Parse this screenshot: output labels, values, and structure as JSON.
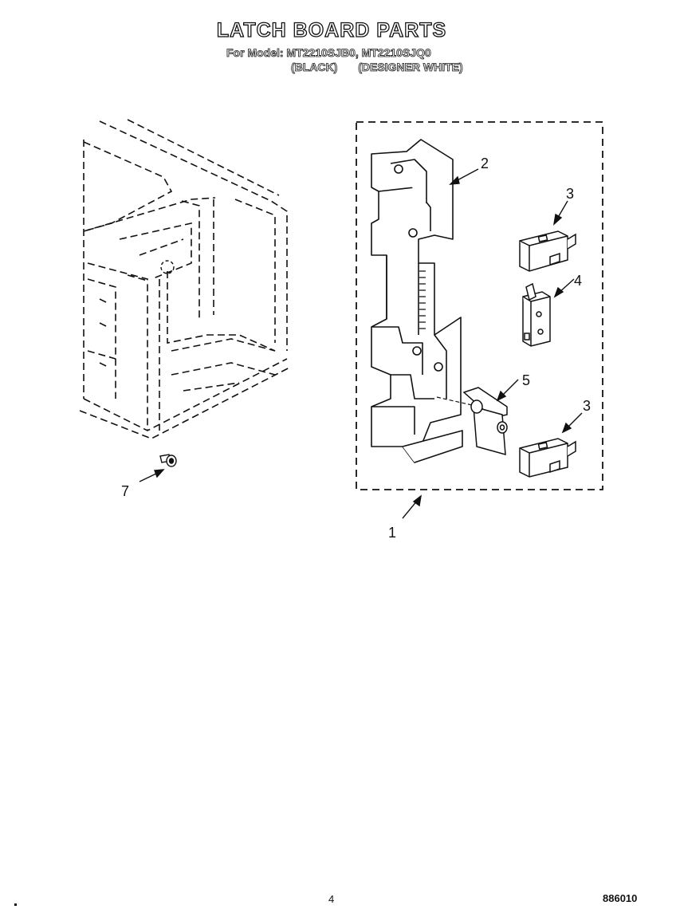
{
  "header": {
    "title": "LATCH BOARD PARTS",
    "models_line": "For Model: MT2210SJB0, MT2210SJQ0",
    "variant_black": "(BLACK)",
    "variant_white": "(DESIGNER WHITE)"
  },
  "diagram": {
    "callouts": [
      {
        "id": "1",
        "label": "1"
      },
      {
        "id": "2",
        "label": "2"
      },
      {
        "id": "3a",
        "label": "3"
      },
      {
        "id": "4",
        "label": "4"
      },
      {
        "id": "5",
        "label": "5"
      },
      {
        "id": "3b",
        "label": "3"
      },
      {
        "id": "7",
        "label": "7"
      }
    ]
  },
  "footer": {
    "page_number": "4",
    "document_number": "886010"
  }
}
